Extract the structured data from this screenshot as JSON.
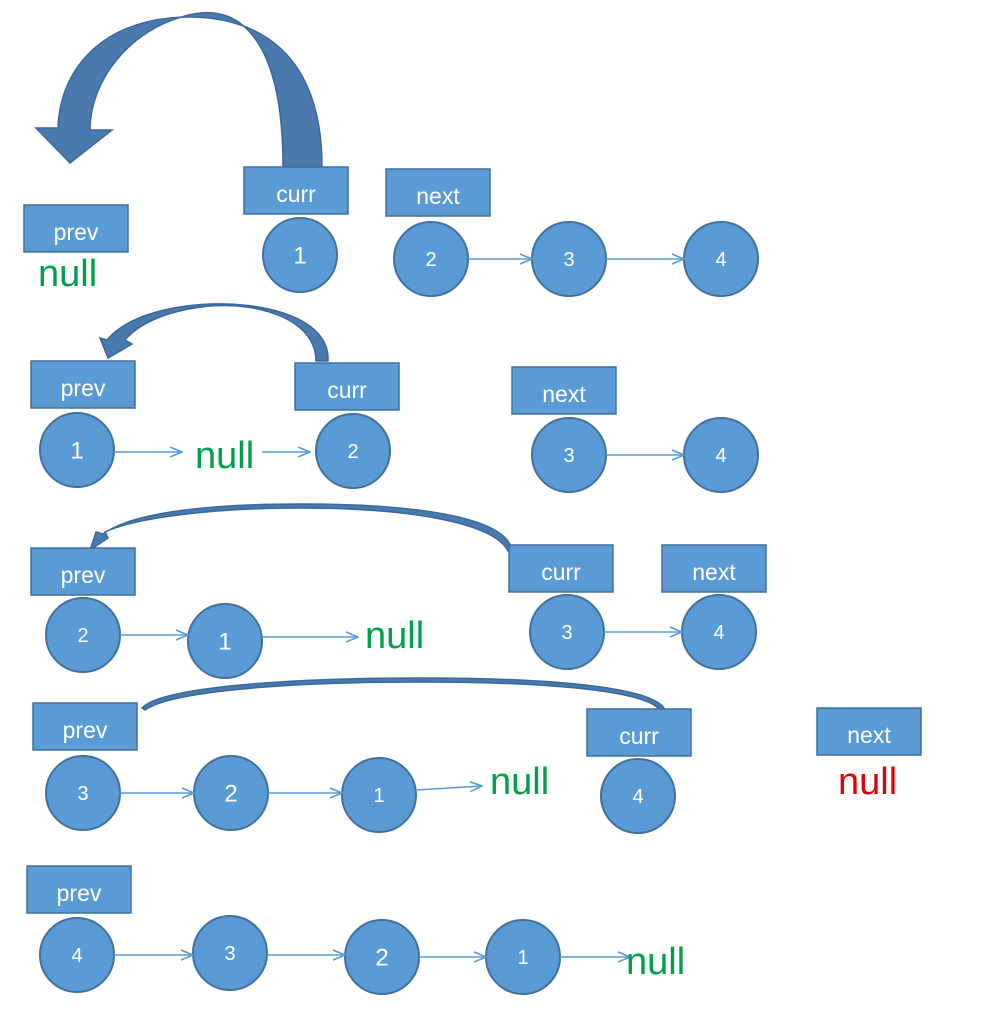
{
  "colors": {
    "box_fill": "#5b9bd5",
    "box_stroke": "#41719c",
    "node_fill": "#5b9bd5",
    "node_stroke": "#41719c",
    "link_arrow": "#5b9bd5",
    "curve_arrow": "#4a7aad",
    "null_green": "#00a04a",
    "null_red": "#e00000"
  },
  "steps": [
    {
      "labels": [
        "prev",
        "curr",
        "next"
      ],
      "nodes": [
        "1",
        "2",
        "3",
        "4"
      ],
      "nulls": [
        "null"
      ]
    },
    {
      "labels": [
        "prev",
        "curr",
        "next"
      ],
      "nodes": [
        "1",
        "2",
        "3",
        "4"
      ],
      "nulls": [
        "null"
      ]
    },
    {
      "labels": [
        "prev",
        "curr",
        "next"
      ],
      "nodes": [
        "2",
        "1",
        "3",
        "4"
      ],
      "nulls": [
        "null"
      ]
    },
    {
      "labels": [
        "prev",
        "curr",
        "next"
      ],
      "nodes": [
        "3",
        "2",
        "1",
        "4"
      ],
      "nulls": [
        "null",
        "null"
      ]
    },
    {
      "labels": [
        "prev"
      ],
      "nodes": [
        "4",
        "3",
        "2",
        "1"
      ],
      "nulls": [
        "null"
      ]
    }
  ]
}
